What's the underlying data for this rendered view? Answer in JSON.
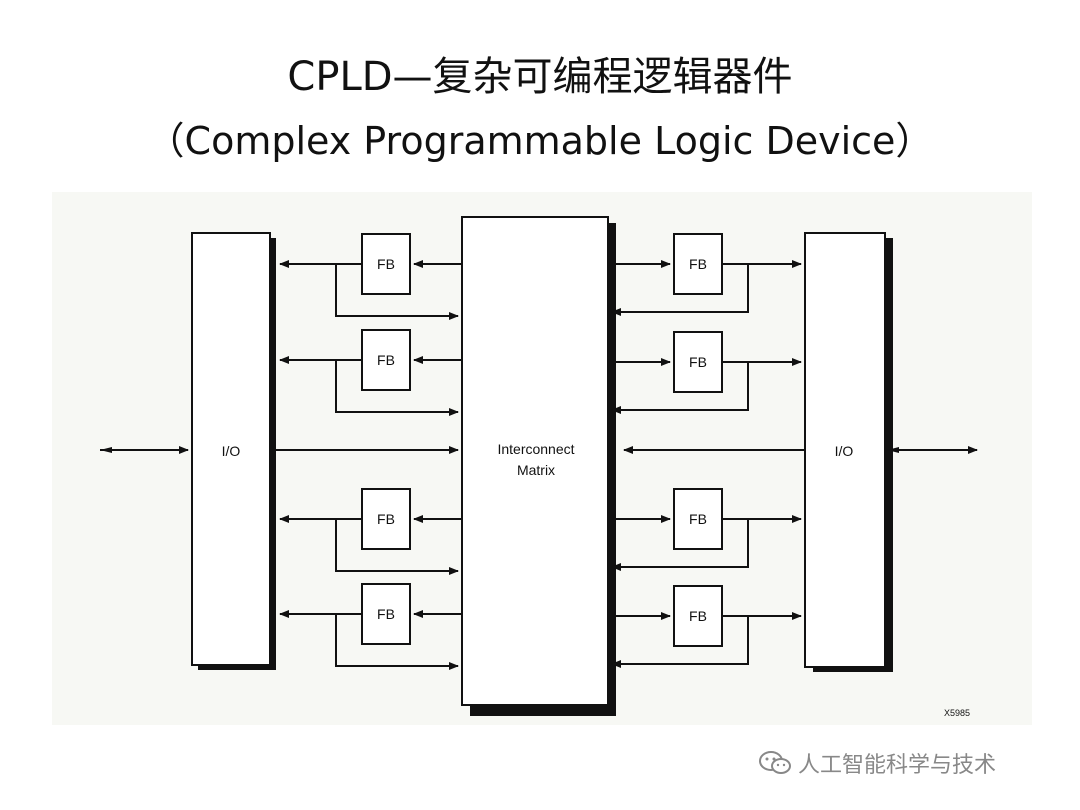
{
  "title": {
    "line1": "CPLD—复杂可编程逻辑器件",
    "line2": "（Complex Programmable Logic Device）"
  },
  "diagram": {
    "io_label": "I/O",
    "fb_label": "FB",
    "matrix_label_line1": "Interconnect",
    "matrix_label_line2": "Matrix",
    "figure_code": "X5985"
  },
  "watermark": {
    "text": "人工智能科学与技术",
    "icon": "wechat-icon"
  },
  "colors": {
    "line": "#111111",
    "shadow": "#111111",
    "panel": "#f7f8f4",
    "watermark": "#888888"
  }
}
